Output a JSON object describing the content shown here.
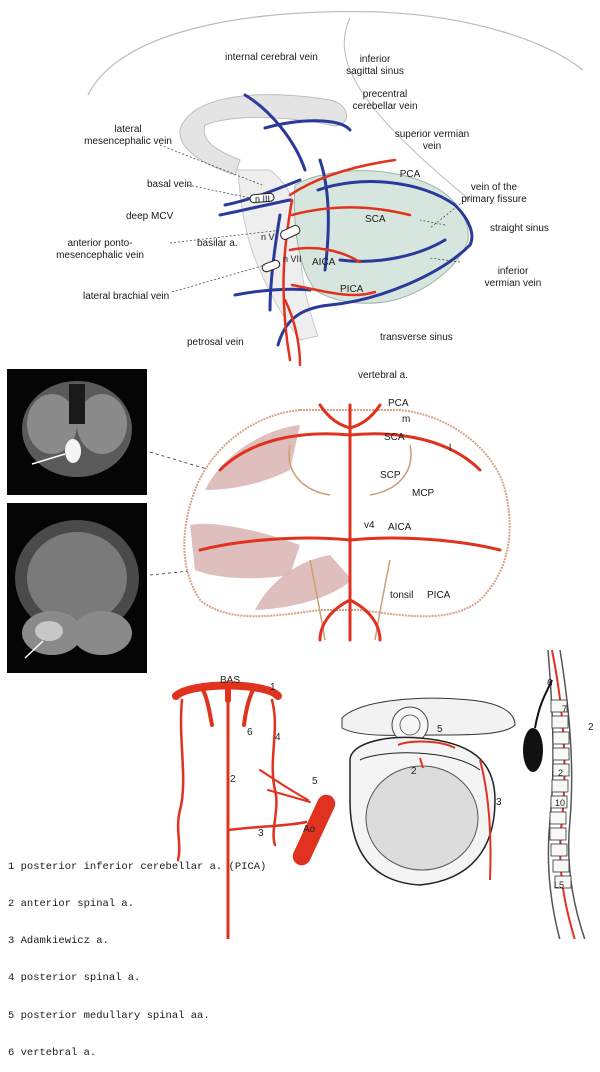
{
  "top_panel": {
    "labels": {
      "internal_cerebral_vein": "internal cerebral vein",
      "inferior_sagittal_sinus_1": "inferior",
      "inferior_sagittal_sinus_2": "sagittal sinus",
      "precentral_1": "precentral",
      "precentral_2": "cerebellar vein",
      "lateral_mes_1": "lateral",
      "lateral_mes_2": "mesencephalic vein",
      "superior_vermian_1": "superior vermian",
      "superior_vermian_2": "vein",
      "pca": "PCA",
      "basal_vein": "basal vein",
      "vein_primary_fissure_1": "vein of the",
      "vein_primary_fissure_2": "primary fissure",
      "deep_mcv": "deep MCV",
      "sca": "SCA",
      "straight_sinus": "straight sinus",
      "anterior_ponto_1": "anterior ponto-",
      "anterior_ponto_2": "mesencephalic vein",
      "basilar": "basilar a.",
      "aica": "AICA",
      "inferior_vermian_1": "inferior",
      "inferior_vermian_2": "vermian vein",
      "lateral_brachial": "lateral brachial vein",
      "pica": "PICA",
      "petrosal": "petrosal vein",
      "transverse_sinus": "transverse sinus",
      "vertebral": "vertebral a.",
      "n_iii": "n III",
      "n_v": "n V",
      "n_vii": "n VII"
    }
  },
  "middle_panel": {
    "labels": {
      "pca": "PCA",
      "m": "m",
      "sca": "SCA",
      "l": "l",
      "scp": "SCP",
      "mcp": "MCP",
      "v4": "v4",
      "aica": "AICA",
      "tonsil": "tonsil",
      "pica": "PICA"
    }
  },
  "bottom_panel": {
    "labels": {
      "bas": "BAS",
      "n1": "1",
      "n6a": "6",
      "n4": "4",
      "n5": "5",
      "n2": "2",
      "n3": "3",
      "ao": "Ao",
      "sec5": "5",
      "sec2": "2",
      "sec3": "3",
      "sp6": "6",
      "sp2": "2",
      "sp_c7": "7",
      "sp_t2": "2",
      "sp_t10": "10",
      "sp_l5": "L5"
    },
    "legend": [
      "1 posterior inferior cerebellar a. (PICA)",
      "2 anterior spinal a.",
      "3 Adamkiewicz a.",
      "4 posterior spinal a.",
      "5 posterior medullary spinal aa.",
      "6 vertebral a."
    ]
  },
  "colors": {
    "artery": "#e0321e",
    "vein": "#2a3a9a",
    "cerebellum_fill": "#d6e6df",
    "infarct_fill": "#d9b3b3"
  }
}
